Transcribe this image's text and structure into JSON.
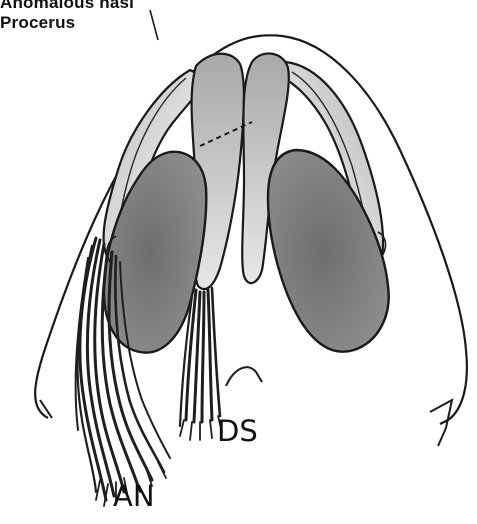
{
  "labels": {
    "anomalous_nasi": "Anomalous nasi",
    "procerus": "Procerus",
    "ds": "DS",
    "an": "AN"
  },
  "colors": {
    "outline": "#1a1a1a",
    "cartilage_light": "#d4d4d4",
    "cartilage_dark": "#8a8a8a",
    "muscle": "#222222",
    "background": "#ffffff"
  }
}
